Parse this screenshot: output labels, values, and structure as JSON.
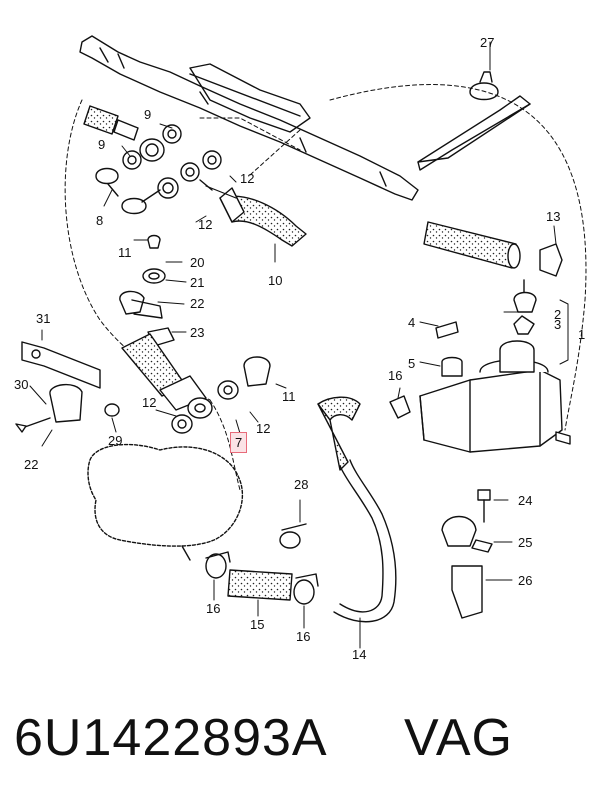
{
  "callouts": {
    "c27": "27",
    "c9a": "9",
    "c9b": "9",
    "c12a": "12",
    "c8": "8",
    "c12b": "12",
    "c11a": "11",
    "c20": "20",
    "c21": "21",
    "c10": "10",
    "c13": "13",
    "c22a": "22",
    "c23": "23",
    "c31": "31",
    "c2": "2",
    "c4": "4",
    "c3": "3",
    "c1": "1",
    "c5": "5",
    "c30": "30",
    "c16a": "16",
    "c11b": "11",
    "c12c": "12",
    "c12d": "12",
    "c7": "7",
    "c29": "29",
    "c22b": "22",
    "c28": "28",
    "c24": "24",
    "c25": "25",
    "c26": "26",
    "c16b": "16",
    "c15": "15",
    "c16c": "16",
    "c14": "14"
  },
  "footer": {
    "part_number": "6U1422893A",
    "brand": "VAG"
  }
}
